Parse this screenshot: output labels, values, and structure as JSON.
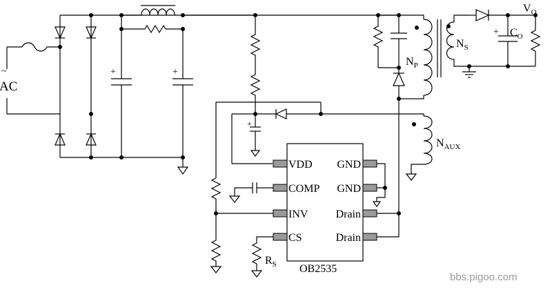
{
  "labels": {
    "ac": "AC",
    "ac_symbol": "~",
    "vo_main": "V",
    "vo_sub": "O",
    "co_main": "C",
    "co_sub": "O",
    "ns_main": "N",
    "ns_sub": "S",
    "np_main": "N",
    "np_sub": "P",
    "naux_main": "N",
    "naux_sub": "AUX",
    "rs_main": "R",
    "rs_sub": "S",
    "plus": "+"
  },
  "ic": {
    "name": "OB2535",
    "pin_vdd": "VDD",
    "pin_comp": "COMP",
    "pin_inv": "INV",
    "pin_cs": "CS",
    "pin_gnd1": "GND",
    "pin_gnd2": "GND",
    "pin_drain1": "Drain",
    "pin_drain2": "Drain"
  },
  "watermark": "bbs.pigoo.com",
  "colors": {
    "line": "#000000",
    "pin_fill": "#9a9a9a",
    "watermark": "#9a9a9a"
  }
}
